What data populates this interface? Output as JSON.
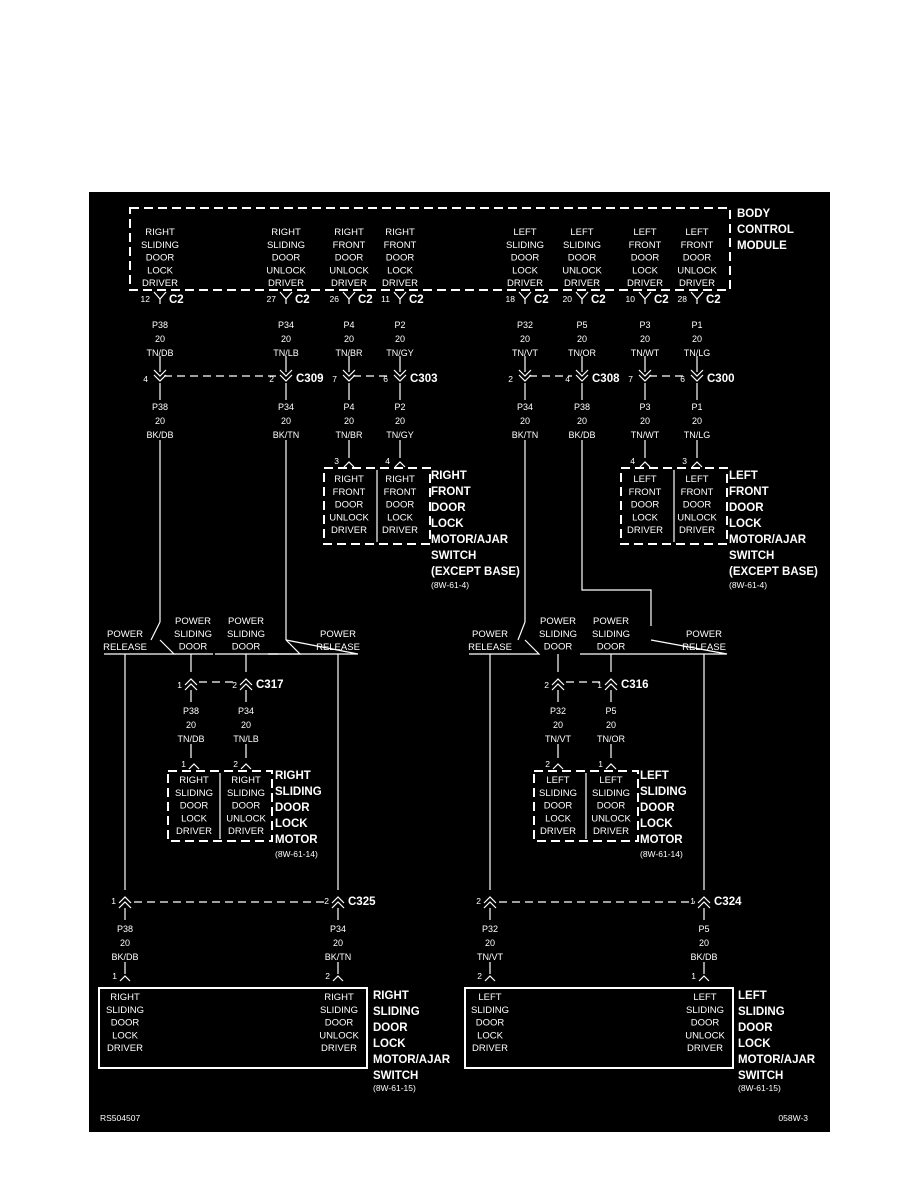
{
  "bcm": {
    "title": [
      "BODY",
      "CONTROL",
      "MODULE"
    ],
    "drivers": [
      {
        "label": [
          "RIGHT",
          "SLIDING",
          "DOOR",
          "LOCK",
          "DRIVER"
        ],
        "pin": "12",
        "conn": "C2"
      },
      {
        "label": [
          "RIGHT",
          "SLIDING",
          "DOOR",
          "UNLOCK",
          "DRIVER"
        ],
        "pin": "27",
        "conn": "C2"
      },
      {
        "label": [
          "RIGHT",
          "FRONT",
          "DOOR",
          "UNLOCK",
          "DRIVER"
        ],
        "pin": "26",
        "conn": "C2"
      },
      {
        "label": [
          "RIGHT",
          "FRONT",
          "DOOR",
          "LOCK",
          "DRIVER"
        ],
        "pin": "11",
        "conn": "C2"
      },
      {
        "label": [
          "LEFT",
          "SLIDING",
          "DOOR",
          "LOCK",
          "DRIVER"
        ],
        "pin": "18",
        "conn": "C2"
      },
      {
        "label": [
          "LEFT",
          "SLIDING",
          "DOOR",
          "UNLOCK",
          "DRIVER"
        ],
        "pin": "20",
        "conn": "C2"
      },
      {
        "label": [
          "LEFT",
          "FRONT",
          "DOOR",
          "LOCK",
          "DRIVER"
        ],
        "pin": "10",
        "conn": "C2"
      },
      {
        "label": [
          "LEFT",
          "FRONT",
          "DOOR",
          "UNLOCK",
          "DRIVER"
        ],
        "pin": "28",
        "conn": "C2"
      }
    ]
  },
  "wires_upper": [
    [
      "P38",
      "20",
      "TN/DB"
    ],
    [
      "P34",
      "20",
      "TN/LB"
    ],
    [
      "P4",
      "20",
      "TN/BR"
    ],
    [
      "P2",
      "20",
      "TN/GY"
    ],
    [
      "P32",
      "20",
      "TN/VT"
    ],
    [
      "P5",
      "20",
      "TN/OR"
    ],
    [
      "P3",
      "20",
      "TN/WT"
    ],
    [
      "P1",
      "20",
      "TN/LG"
    ]
  ],
  "inline_connectors": {
    "c309": {
      "name": "C309",
      "pins": [
        "4",
        "2"
      ]
    },
    "c303": {
      "name": "C303",
      "pins": [
        "7",
        "6"
      ]
    },
    "c308": {
      "name": "C308",
      "pins": [
        "2",
        "4"
      ]
    },
    "c300": {
      "name": "C300",
      "pins": [
        "7",
        "6"
      ]
    }
  },
  "wires_mid": [
    [
      "P38",
      "20",
      "BK/DB"
    ],
    [
      "P34",
      "20",
      "BK/TN"
    ],
    [
      "P4",
      "20",
      "TN/BR"
    ],
    [
      "P2",
      "20",
      "TN/GY"
    ],
    [
      "P34",
      "20",
      "BK/TN"
    ],
    [
      "P38",
      "20",
      "BK/DB"
    ],
    [
      "P3",
      "20",
      "TN/WT"
    ],
    [
      "P1",
      "20",
      "TN/LG"
    ]
  ],
  "right_front_switch": {
    "pins": [
      "3",
      "4"
    ],
    "cells": [
      [
        "RIGHT",
        "FRONT",
        "DOOR",
        "UNLOCK",
        "DRIVER"
      ],
      [
        "RIGHT",
        "FRONT",
        "DOOR",
        "LOCK",
        "DRIVER"
      ]
    ],
    "title": [
      "RIGHT",
      "FRONT",
      "DOOR",
      "LOCK",
      "MOTOR/AJAR",
      "SWITCH",
      "(EXCEPT BASE)"
    ],
    "ref": "(8W-61-4)"
  },
  "left_front_switch": {
    "pins": [
      "4",
      "3"
    ],
    "cells": [
      [
        "LEFT",
        "FRONT",
        "DOOR",
        "LOCK",
        "DRIVER"
      ],
      [
        "LEFT",
        "FRONT",
        "DOOR",
        "UNLOCK",
        "DRIVER"
      ]
    ],
    "title": [
      "LEFT",
      "FRONT",
      "DOOR",
      "LOCK",
      "MOTOR/AJAR",
      "SWITCH",
      "(EXCEPT BASE)"
    ],
    "ref": "(8W-61-4)"
  },
  "splits": {
    "power_release": [
      "POWER",
      "RELEASE"
    ],
    "power_sliding_door": [
      "POWER",
      "SLIDING",
      "DOOR"
    ]
  },
  "c317": {
    "name": "C317",
    "pins": [
      "1",
      "2"
    ],
    "wires": [
      [
        "P38",
        "20",
        "TN/DB"
      ],
      [
        "P34",
        "20",
        "TN/LB"
      ]
    ]
  },
  "c316": {
    "name": "C316",
    "pins": [
      "2",
      "1"
    ],
    "wires": [
      [
        "P32",
        "20",
        "TN/VT"
      ],
      [
        "P5",
        "20",
        "TN/OR"
      ]
    ]
  },
  "right_sliding_motor": {
    "pins": [
      "1",
      "2"
    ],
    "cells": [
      [
        "RIGHT",
        "SLIDING",
        "DOOR",
        "LOCK",
        "DRIVER"
      ],
      [
        "RIGHT",
        "SLIDING",
        "DOOR",
        "UNLOCK",
        "DRIVER"
      ]
    ],
    "title": [
      "RIGHT",
      "SLIDING",
      "DOOR",
      "LOCK",
      "MOTOR"
    ],
    "ref": "(8W-61-14)"
  },
  "left_sliding_motor": {
    "pins": [
      "2",
      "1"
    ],
    "cells": [
      [
        "LEFT",
        "SLIDING",
        "DOOR",
        "LOCK",
        "DRIVER"
      ],
      [
        "LEFT",
        "SLIDING",
        "DOOR",
        "UNLOCK",
        "DRIVER"
      ]
    ],
    "title": [
      "LEFT",
      "SLIDING",
      "DOOR",
      "LOCK",
      "MOTOR"
    ],
    "ref": "(8W-61-14)"
  },
  "c325": {
    "name": "C325",
    "pins": [
      "1",
      "2"
    ],
    "wires": [
      [
        "P38",
        "20",
        "BK/DB"
      ],
      [
        "P34",
        "20",
        "BK/TN"
      ]
    ],
    "sw_pins": [
      "1",
      "2"
    ]
  },
  "c324": {
    "name": "C324",
    "pins": [
      "2",
      "1"
    ],
    "wires": [
      [
        "P32",
        "20",
        "TN/VT"
      ],
      [
        "P5",
        "20",
        "BK/DB"
      ]
    ],
    "sw_pins": [
      "2",
      "1"
    ]
  },
  "right_sliding_switch": {
    "cells": [
      [
        "RIGHT",
        "SLIDING",
        "DOOR",
        "LOCK",
        "DRIVER"
      ],
      [
        "RIGHT",
        "SLIDING",
        "DOOR",
        "UNLOCK",
        "DRIVER"
      ]
    ],
    "title": [
      "RIGHT",
      "SLIDING",
      "DOOR",
      "LOCK",
      "MOTOR/AJAR",
      "SWITCH"
    ],
    "ref": "(8W-61-15)"
  },
  "left_sliding_switch": {
    "cells": [
      [
        "LEFT",
        "SLIDING",
        "DOOR",
        "LOCK",
        "DRIVER"
      ],
      [
        "LEFT",
        "SLIDING",
        "DOOR",
        "UNLOCK",
        "DRIVER"
      ]
    ],
    "title": [
      "LEFT",
      "SLIDING",
      "DOOR",
      "LOCK",
      "MOTOR/AJAR",
      "SWITCH"
    ],
    "ref": "(8W-61-15)"
  },
  "footer": {
    "left": "RS504507",
    "right": "058W-3"
  }
}
